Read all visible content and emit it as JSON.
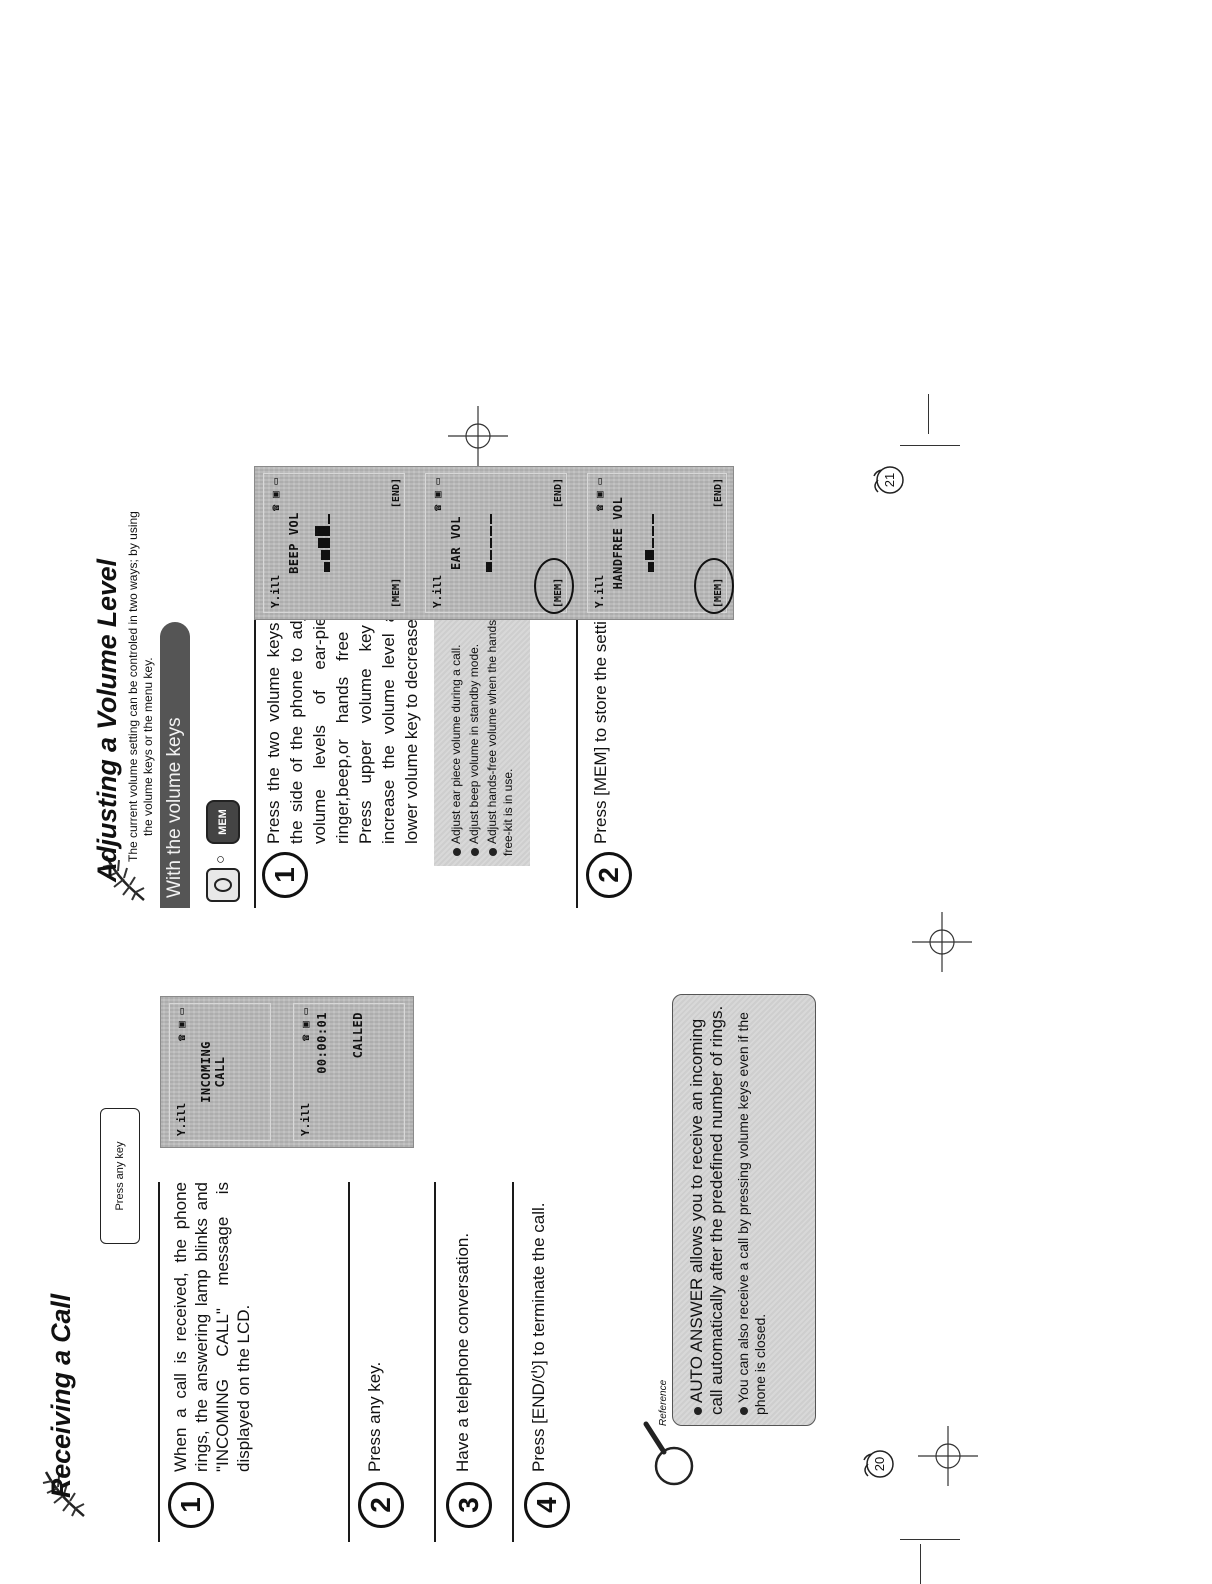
{
  "left_page": {
    "title_initial": "R",
    "title_rest": "eceiving a Call",
    "key_badge": "Press any key",
    "steps": [
      {
        "num": "1",
        "text": "When a call is received, the phone rings, the answering lamp blinks and \"INCOMING CALL\" message is displayed on the LCD."
      },
      {
        "num": "2",
        "text": "Press any key."
      },
      {
        "num": "3",
        "text": "Have a telephone conversation."
      },
      {
        "num": "4",
        "text": "Press [END/⏻] to terminate the call."
      }
    ],
    "lcd_incoming": {
      "status_left": "Y.ill",
      "status_icons": "☎ ▣ ▭",
      "line1": "INCOMING",
      "line2": "CALL"
    },
    "lcd_called": {
      "status_left": "Y.ill",
      "status_icons": "☎ ▣ ▭",
      "timer": "00:00:01",
      "line1": "CALLED"
    },
    "reference_label": "Reference",
    "reference_notes": [
      "AUTO ANSWER allows you to receive an incoming call automatically after the predefined number of rings.",
      "You can also receive a call by pressing volume keys even if the phone is closed."
    ],
    "page_number": "20"
  },
  "right_page": {
    "title_initial": "A",
    "title_rest": "djusting a Volume Level",
    "subtitle_line1": "The current volume setting can be controled in two ways; by using",
    "subtitle_line2": "the volume keys or the menu key.",
    "tab_label": "With the volume keys",
    "key_mem": "MEM",
    "steps": [
      {
        "num": "1",
        "text": "Press the two volume keys on the side of the phone to adjust volume levels of ear-piece, ringer,beep,or hands free kit. Press upper volume key to increase the volume level and lower volume key to decrease it."
      },
      {
        "num": "2",
        "text": "Press [MEM] to store the setting."
      }
    ],
    "tips": [
      "Adjust ear piece volume during a call.",
      "Adjust beep volume in standby mode.",
      "Adjust hands-free volume when the hands-free-kit is in use."
    ],
    "lcds": [
      {
        "status_left": "Y.ill",
        "status_icons": "☎ ▣ ▭",
        "title": "BEEP VOL",
        "soft_left": "[MEM]",
        "soft_right": "[END]",
        "level": 0.8
      },
      {
        "status_left": "Y.ill",
        "status_icons": "☎ ▣ ▭",
        "title": "EAR VOL",
        "soft_left": "[MEM]",
        "soft_right": "[END]",
        "level": 0.2
      },
      {
        "status_left": "Y.ill",
        "status_icons": "☎ ▣ ▭",
        "title": "HANDFREE VOL",
        "soft_left": "[MEM]",
        "soft_right": "[END]",
        "level": 0.4
      }
    ],
    "page_number": "21"
  }
}
